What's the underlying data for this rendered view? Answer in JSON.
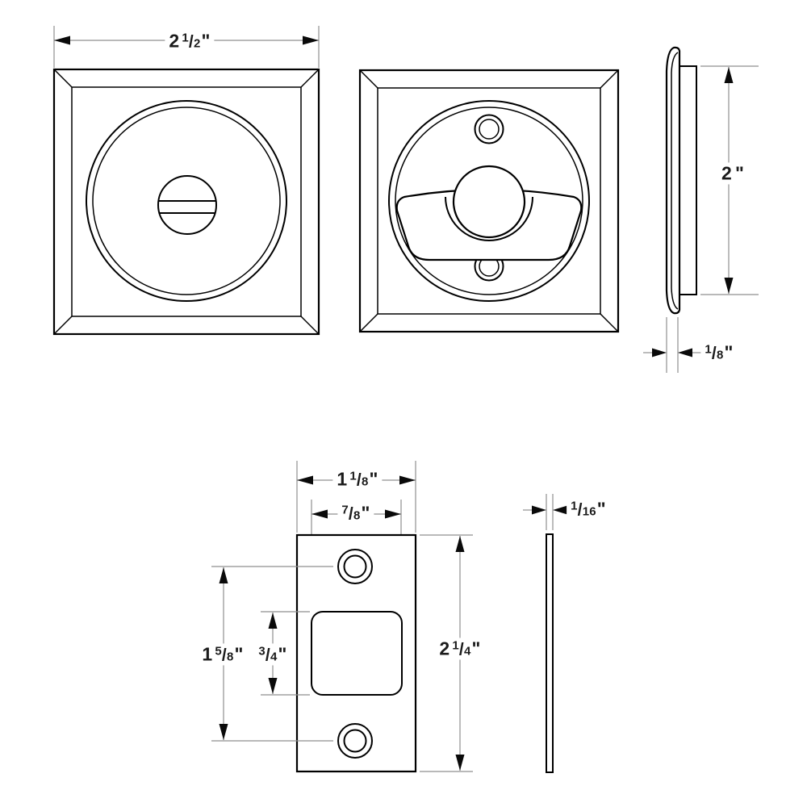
{
  "colors": {
    "background": "#ffffff",
    "outline": "#000000",
    "dimension_line": "#8f8f8f",
    "label_text": "#1b1b1b"
  },
  "views": [
    "front-rosette-view",
    "back-rosette-thumbturn-view",
    "rosette-side-profile-view",
    "strike-plate-front-view",
    "strike-plate-side-view"
  ],
  "dims": {
    "front_width": {
      "label": "2 1/2\"",
      "whole": "2",
      "num": "1",
      "slash": "/",
      "den": "2",
      "unit": "\""
    },
    "side_height": {
      "label": "2\"",
      "whole": "2",
      "num": "",
      "slash": "",
      "den": "",
      "unit": "\""
    },
    "side_thickness": {
      "label": "1/8\"",
      "whole": "",
      "num": "1",
      "slash": "/",
      "den": "8",
      "unit": "\""
    },
    "strike_width": {
      "label": "1 1/8\"",
      "whole": "1",
      "num": "1",
      "slash": "/",
      "den": "8",
      "unit": "\""
    },
    "strike_bolt_width": {
      "label": "7/8\"",
      "whole": "",
      "num": "7",
      "slash": "/",
      "den": "8",
      "unit": "\""
    },
    "strike_hole_spacing": {
      "label": "1 5/8\"",
      "whole": "1",
      "num": "5",
      "slash": "/",
      "den": "8",
      "unit": "\""
    },
    "strike_opening_height": {
      "label": "3/4\"",
      "whole": "",
      "num": "3",
      "slash": "/",
      "den": "4",
      "unit": "\""
    },
    "strike_height": {
      "label": "2 1/4\"",
      "whole": "2",
      "num": "1",
      "slash": "/",
      "den": "4",
      "unit": "\""
    },
    "strike_side_thickness": {
      "label": "1/16\"",
      "whole": "",
      "num": "1",
      "slash": "/",
      "den": "16",
      "unit": "\""
    }
  }
}
